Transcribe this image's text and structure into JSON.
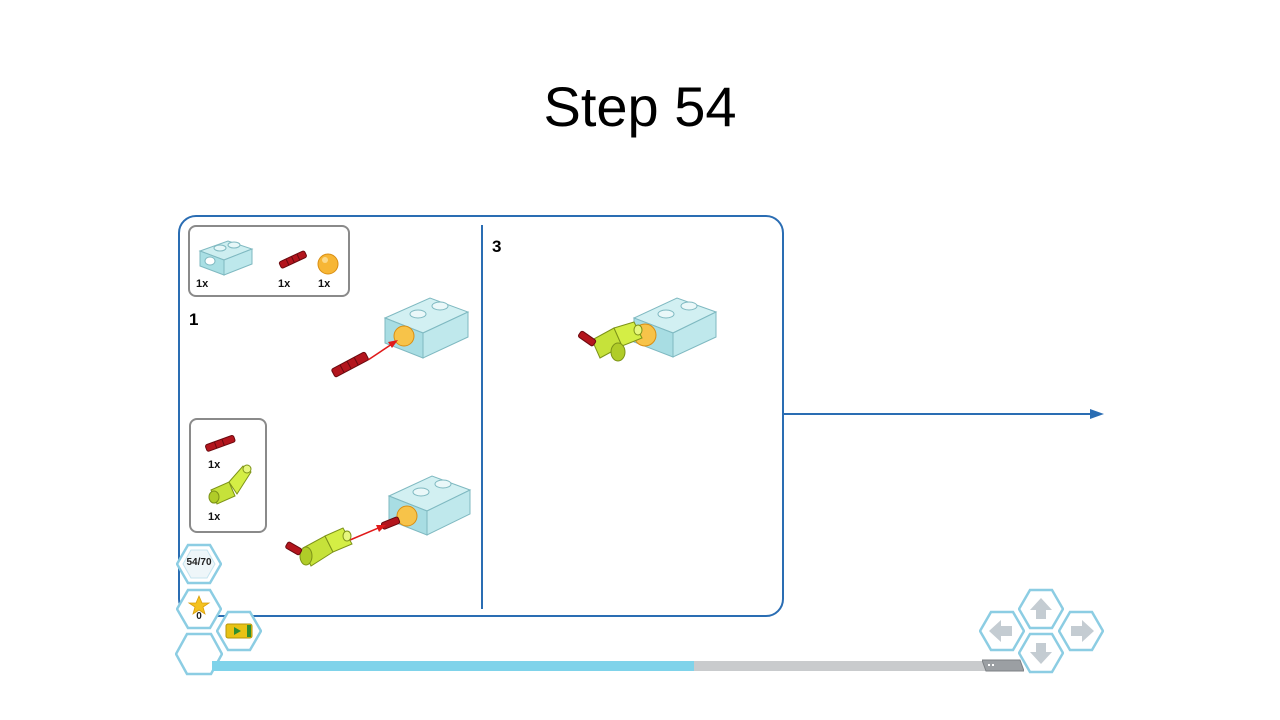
{
  "slide": {
    "title": "Step 54"
  },
  "instructions": {
    "parts_list_1": {
      "items": [
        {
          "name": "transparent light blue brick with pin hole",
          "qty": "1x"
        },
        {
          "name": "red axle",
          "qty": "1x"
        },
        {
          "name": "orange ball",
          "qty": "1x"
        }
      ]
    },
    "parts_list_2": {
      "items": [
        {
          "name": "red axle",
          "qty": "1x"
        },
        {
          "name": "lime angle connector",
          "qty": "1x"
        }
      ]
    },
    "substep_1": "1",
    "substep_3": "3"
  },
  "player": {
    "step_counter": "54/70",
    "stars_count": "0",
    "progress": 0.618,
    "colors": {
      "accent": "#2a6db3",
      "progress_fill": "#7fd3ea",
      "progress_track": "#c9cbcd",
      "hex_border": "#8ccde3"
    },
    "nav_icons": [
      "arrow-up-icon",
      "arrow-left-icon",
      "arrow-right-icon",
      "arrow-down-icon"
    ]
  }
}
